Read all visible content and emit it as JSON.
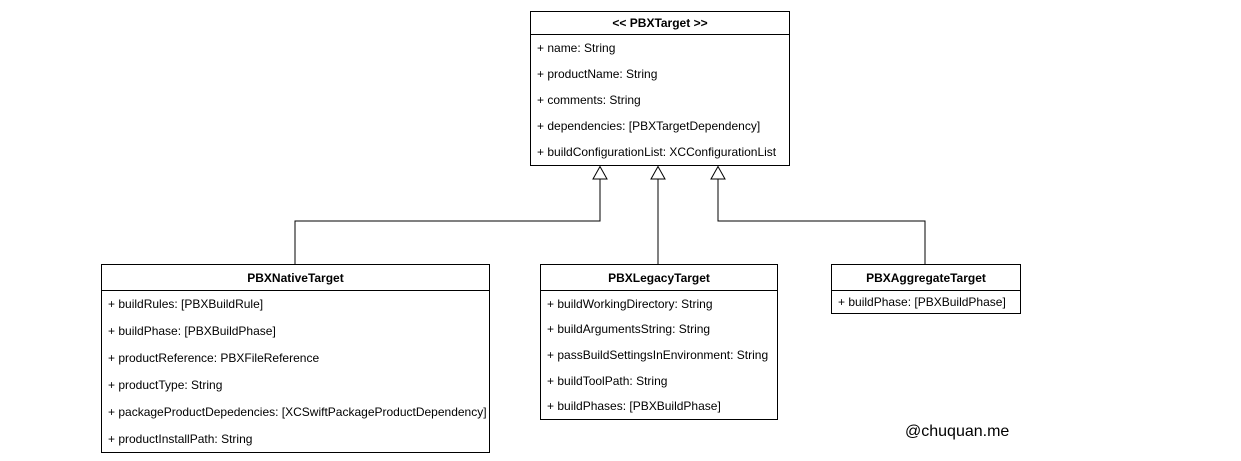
{
  "diagram": {
    "colors": {
      "line": "#000000",
      "bg": "#ffffff",
      "text": "#000000"
    },
    "watermark": "@chuquan.me",
    "classes": [
      {
        "title": "<< PBXTarget >>",
        "attributes": [
          "+ name: String",
          "+ productName: String",
          "+ comments: String",
          "+ dependencies: [PBXTargetDependency]",
          "+ buildConfigurationList: XCConfigurationList"
        ]
      },
      {
        "title": "PBXNativeTarget",
        "attributes": [
          "+ buildRules: [PBXBuildRule]",
          "+ buildPhase: [PBXBuildPhase]",
          "+ productReference: PBXFileReference",
          "+ productType: String",
          "+ packageProductDepedencies: [XCSwiftPackageProductDependency]",
          "+ productInstallPath: String"
        ]
      },
      {
        "title": "PBXLegacyTarget",
        "attributes": [
          "+ buildWorkingDirectory: String",
          "+ buildArgumentsString: String",
          "+ passBuildSettingsInEnvironment: String",
          "+ buildToolPath: String",
          "+ buildPhases: [PBXBuildPhase]"
        ]
      },
      {
        "title": "PBXAggregateTarget",
        "attributes": [
          "+ buildPhase: [PBXBuildPhase]"
        ]
      }
    ],
    "relations": [
      {
        "type": "inheritance",
        "from": "PBXNativeTarget",
        "to": "PBXTarget"
      },
      {
        "type": "inheritance",
        "from": "PBXLegacyTarget",
        "to": "PBXTarget"
      },
      {
        "type": "inheritance",
        "from": "PBXAggregateTarget",
        "to": "PBXTarget"
      }
    ]
  }
}
